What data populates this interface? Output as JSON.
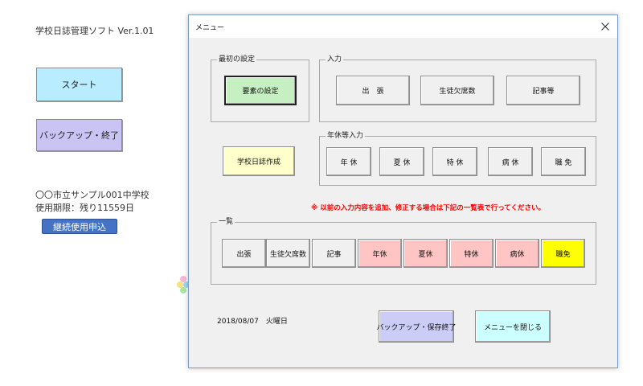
{
  "app": {
    "title": "学校日誌管理ソフト Ver.1.01",
    "start_button": "スタート",
    "backup_exit_button": "バックアップ・終了",
    "school_name": "〇〇市立サンプル001中学校",
    "usage_limit": "使用期限：残り11559日",
    "continue_button": "継続使用申込"
  },
  "dialog": {
    "title": "メニュー",
    "initial_group_label": "最初の設定",
    "element_settings_button": "要素の設定",
    "input_group_label": "入力",
    "input_buttons": [
      "出　張",
      "生徒欠席数",
      "記事等"
    ],
    "create_diary_button": "学校日誌作成",
    "leave_group_label": "年休等入力",
    "leave_buttons": [
      "年 休",
      "夏 休",
      "特 休",
      "病 休",
      "職 免"
    ],
    "notice": "※ 以前の入力内容を追加、修正する場合は下記の一覧表で行ってください。",
    "list_group_label": "一覧",
    "list_buttons": [
      "出張",
      "生徒欠席数",
      "記事",
      "年休",
      "夏休",
      "特休",
      "病休",
      "職免"
    ],
    "date": "2018/08/07　火曜日",
    "backup_save_exit_button": "バックアップ・保存終了",
    "close_menu_button": "メニューを閉じる"
  },
  "colors": {
    "start_button": "#b9ecff",
    "backup_button": "#c9c4f4",
    "continue_button": "#4472c4",
    "element_settings": "#c6f0c2",
    "create_diary": "#ffffcc",
    "leave_list": "#ffc4c4",
    "exemption_list": "#ffff00",
    "notice_text": "#ff0000"
  },
  "icons": {
    "close": "close-icon",
    "decoration": "clover-icon"
  }
}
